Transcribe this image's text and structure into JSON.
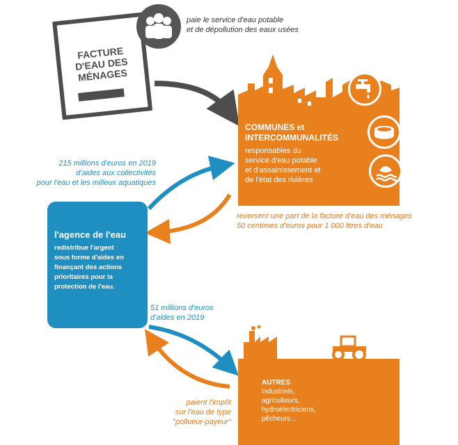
{
  "invoice": {
    "title_lines": [
      "FACTURE",
      "D'EAU DES",
      "MÉNAGES"
    ]
  },
  "payment_note": {
    "line1": "paie le service d'eau potable",
    "line2": "et de dépollution des eaux usées"
  },
  "communes": {
    "title_line1": "COMMUNES et",
    "title_line2": "INTERCOMMUNALITÉS",
    "desc_line1": "responsables du",
    "desc_line2": "service d'eau potable",
    "desc_line3": "et d'assainissement et",
    "desc_line4": "de l'état des rivières",
    "icons": [
      "tap-icon",
      "wastewater-icon",
      "river-icon"
    ]
  },
  "flow_to_communes": {
    "line1": "215 millions d'euros en 2019",
    "line2": "d'aides aux collectivités",
    "line3": "pour l'eau et les milieux aquatiques"
  },
  "flow_from_communes": {
    "line1": "reversent une part de la facture d'eau des ménages",
    "line2": "50 centimes d'euros pour 1 000 litres d'eau"
  },
  "agency": {
    "title": "l'agence de l'eau",
    "desc_lines": [
      "redistribue l'argent",
      "sous forme d'aides en",
      "finançant des actions",
      "prioritaires pour la",
      "protection de l'eau."
    ]
  },
  "flow_to_autres": {
    "line1": "51 millions d'euros",
    "line2": "d'aides en 2019"
  },
  "flow_from_autres": {
    "line1": "paient l'impôt",
    "line2": "sur l'eau de type",
    "line3": "\"pollueur-payeur\""
  },
  "autres": {
    "title": "AUTRES",
    "desc_lines": [
      "industriels,",
      "agriculteurs,",
      "hydroélectriciens,",
      "pêcheurs..."
    ],
    "icons": [
      "factory-icon",
      "tractor-icon"
    ]
  },
  "colors": {
    "orange": "#e8801e",
    "blue": "#1f8fc2",
    "dark": "#4d4d4d"
  }
}
